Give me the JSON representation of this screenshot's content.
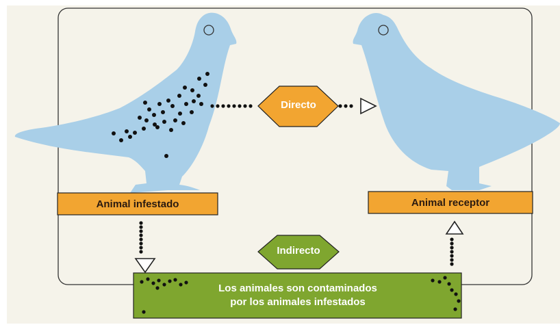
{
  "labels": {
    "left_animal": "Animal infestado",
    "right_animal": "Animal receptor",
    "direct": "Directo",
    "indirect": "Indirecto",
    "bottom_line1": "Los animales son contaminados",
    "bottom_line2": "por los animales infestados"
  },
  "colors": {
    "bird": "#a9cfe8",
    "orange": "#f2a531",
    "green": "#7fa62f",
    "dot": "#111111",
    "page": "#f5f3ea"
  }
}
